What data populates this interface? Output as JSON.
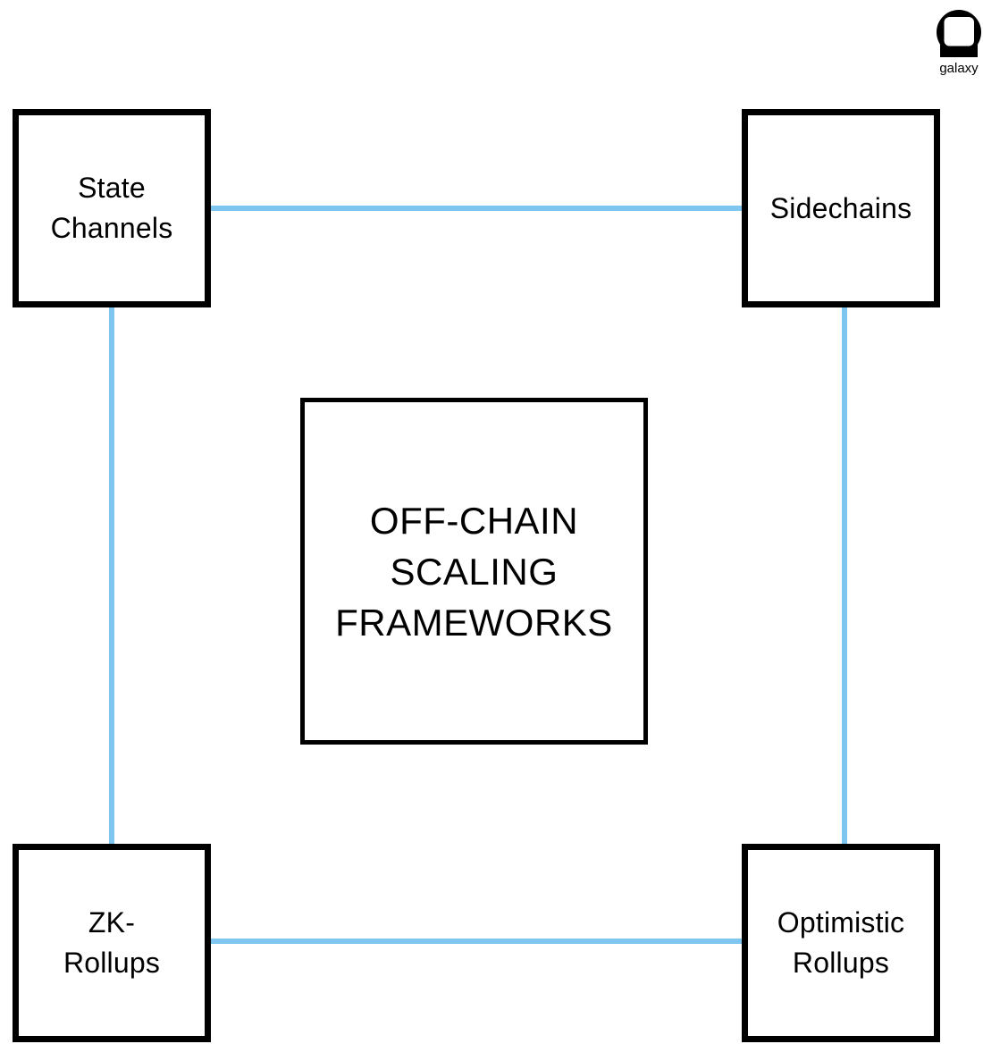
{
  "theme": {
    "background": "#ffffff",
    "connector_color": "#7EC5F0",
    "box_border_color": "#000000",
    "text_color": "#000000"
  },
  "brand": {
    "name": "galaxy"
  },
  "diagram": {
    "title": "OFF-CHAIN SCALING FRAMEWORKS",
    "center": {
      "lines": [
        "OFF-CHAIN",
        "SCALING",
        "FRAMEWORKS"
      ]
    },
    "nodes": [
      {
        "id": "state-channels",
        "label": "State Channels",
        "lines": [
          "State",
          "Channels"
        ],
        "position": "top-left"
      },
      {
        "id": "sidechains",
        "label": "Sidechains",
        "lines": [
          "Sidechains"
        ],
        "position": "top-right"
      },
      {
        "id": "zk-rollups",
        "label": "ZK-Rollups",
        "lines": [
          "ZK-",
          "Rollups"
        ],
        "position": "bottom-left"
      },
      {
        "id": "optimistic-rollups",
        "label": "Optimistic Rollups",
        "lines": [
          "Optimistic",
          "Rollups"
        ],
        "position": "bottom-right"
      }
    ],
    "connections": [
      {
        "from": "state-channels",
        "to": "sidechains"
      },
      {
        "from": "state-channels",
        "to": "zk-rollups"
      },
      {
        "from": "sidechains",
        "to": "optimistic-rollups"
      },
      {
        "from": "zk-rollups",
        "to": "optimistic-rollups"
      }
    ]
  }
}
